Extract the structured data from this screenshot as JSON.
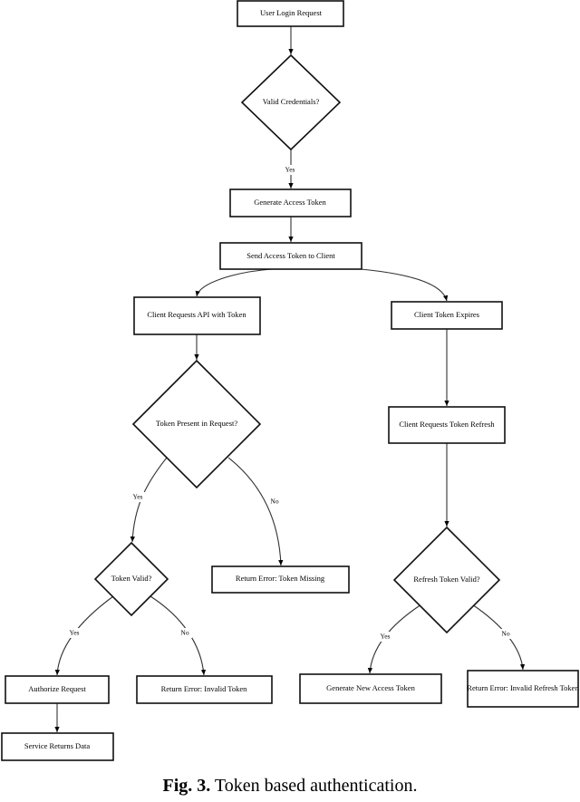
{
  "diagram": {
    "nodes": {
      "login": "User Login Request",
      "valid_credentials": "Valid Credentials?",
      "generate_token": "Generate Access Token",
      "send_token": "Send Access Token to Client",
      "client_requests_api": "Client Requests API with Token",
      "token_present": "Token Present in Request?",
      "token_valid": "Token Valid?",
      "error_token_missing": "Return Error: Token Missing",
      "authorize_request": "Authorize Request",
      "error_invalid_token": "Return Error: Invalid Token",
      "service_returns_data": "Service Returns Data",
      "client_token_expires": "Client Token Expires",
      "client_requests_refresh": "Client Requests Token Refresh",
      "refresh_token_valid": "Refresh Token Valid?",
      "generate_new_token": "Generate New Access Token",
      "error_invalid_refresh": "Return Error: Invalid Refresh Token"
    },
    "edges": {
      "credentials_yes": "Yes",
      "present_yes": "Yes",
      "present_no": "No",
      "valid_yes": "Yes",
      "valid_no": "No",
      "refresh_yes": "Yes",
      "refresh_no": "No"
    }
  },
  "caption": {
    "label": "Fig. 3.",
    "text": " Token based authentication."
  }
}
